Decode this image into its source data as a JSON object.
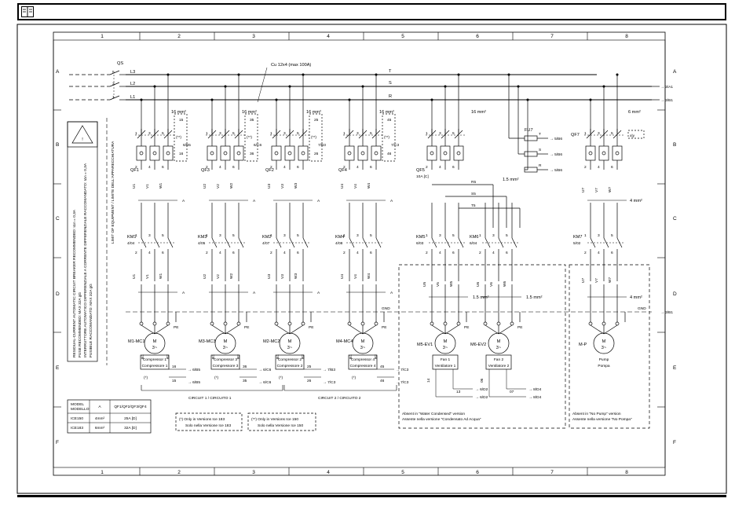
{
  "grid": {
    "cols": [
      "1",
      "2",
      "3",
      "4",
      "5",
      "6",
      "7",
      "8"
    ],
    "rows": [
      "A",
      "B",
      "C",
      "D",
      "E",
      "F"
    ]
  },
  "main_switch": {
    "name": "QS",
    "phases": [
      "L3",
      "L2",
      "L1"
    ],
    "terms_top": [
      "5",
      "3",
      "1"
    ],
    "terms_bot": [
      "6",
      "4",
      "2"
    ]
  },
  "busbar": {
    "note": "Cu 12x4 (max 100A)",
    "phases": [
      "T",
      "S",
      "R"
    ],
    "out_s": "3/A1",
    "out_r": "3/B1"
  },
  "warning": {
    "symbol": "!",
    "lines": [
      "RESIDUAL-CURRENT AUTOMATIC CIRCUIT BREAKER RECOMMENDED: IΔn = 0,3A",
      "FUSE RECOMMENDED: MAX 32A gG",
      "INTERRUTTORE AUTOMATICO DIFFERENZIALE A CORRENTE DIFFERENZIALE RACCOMANDATO: IΔn = 0,3A",
      "FUSIBILE RACCOMANDATO: MAX 32A gG"
    ],
    "side": "LIMIT OF EQUIPMENT / LIMITE DELL'APPARECCHIATURA"
  },
  "breakers": [
    {
      "name": "QF1",
      "wire": "16 mm²",
      "aux": [
        "15",
        "16"
      ],
      "ref": "6/B5"
    },
    {
      "name": "QF3",
      "wire": "16 mm²",
      "aux": [
        "35",
        "36"
      ],
      "ref": "6/C6"
    },
    {
      "name": "QF2",
      "wire": "16 mm²",
      "aux": [
        "25",
        "26"
      ],
      "ref": "7/B3"
    },
    {
      "name": "QF4",
      "wire": "16 mm²",
      "aux": [
        "45",
        "46"
      ],
      "ref": "7/C3"
    },
    {
      "name": "QF5",
      "wire": "16 mm²",
      "rating": "10A [C]"
    },
    {
      "name": "QF7",
      "wire": "6 mm²"
    }
  ],
  "breaker_star": "(**)",
  "fuse": {
    "name": "FU7",
    "outs": [
      "5/B6",
      "5/B6",
      "5/B6"
    ],
    "phases": [
      "T",
      "S",
      "R"
    ]
  },
  "fan_wire": "1.5 mm²",
  "fan_wires": [
    "R5",
    "S5",
    "T5"
  ],
  "contactors": [
    {
      "name": "KM1",
      "ref": "4/04"
    },
    {
      "name": "KM3",
      "ref": "4/05"
    },
    {
      "name": "KM2",
      "ref": "4/07"
    },
    {
      "name": "KM4",
      "ref": "4/08"
    },
    {
      "name": "KM5",
      "ref": "6/03"
    },
    {
      "name": "KM6",
      "ref": "6/04"
    },
    {
      "name": "KM7",
      "ref": "5/02"
    }
  ],
  "phase_labels": [
    "U",
    "V",
    "W"
  ],
  "wire_a": "A",
  "gnd": {
    "label": "GND",
    "ref": "3/B1"
  },
  "motors": [
    {
      "name": "M1-MC1",
      "desc": [
        "Compressor 1",
        "Compressore 1"
      ],
      "aux": [
        "16",
        "15"
      ],
      "ref": [
        "6/B5",
        "6/B5"
      ],
      "star": "(*)"
    },
    {
      "name": "M3-MC3",
      "desc": [
        "Compressor 3",
        "Compressore 3"
      ],
      "aux": [
        "36",
        "35"
      ],
      "ref": [
        "6/C6",
        "6/C6"
      ],
      "star": "(*)"
    },
    {
      "name": "M2-MC2",
      "desc": [
        "Compressor 2",
        "Compressore 2"
      ],
      "aux": [
        "25",
        "26"
      ],
      "ref": [
        "7/B3",
        "7/C3"
      ],
      "star": "(*)"
    },
    {
      "name": "M4-MC4",
      "desc": [
        "Compressor 4",
        "Compressore 4"
      ],
      "aux": [
        "45",
        "46"
      ],
      "ref": [
        "7/C3",
        "7/C3"
      ],
      "star": "(*)"
    },
    {
      "name": "M5-EV1",
      "desc": [
        "Fan 1",
        "Ventilatore 1"
      ],
      "aux": [
        "14",
        "13"
      ],
      "ref": [
        "6/D2",
        "6/D2"
      ]
    },
    {
      "name": "M6-EV2",
      "desc": [
        "Fan 2",
        "Ventilatore 2"
      ],
      "aux": [
        "06",
        "07"
      ],
      "ref": [
        "8/D4",
        "8/D4"
      ]
    },
    {
      "name": "M-P",
      "desc": [
        "Pump",
        "Pompa"
      ]
    }
  ],
  "motor_symbol": {
    "m": "M",
    "phase": "3~"
  },
  "motor_terms": [
    "U1",
    "V1",
    "W1"
  ],
  "circuits": [
    "CIRCUIT 1 / CIRCUITO 1",
    "CIRCUIT 2 / CIRCUITO 2"
  ],
  "absent_condensed": [
    "Absent in \"Water Condensed\" version",
    "Assente nella versione \"Condensato Ad Acqua\""
  ],
  "absent_pump": [
    "Absent in \"No Pump\" version",
    "Assente nella versione \"No Pompa\""
  ],
  "model_table": {
    "headers": [
      "MODEL\nMODELLO",
      "A",
      "QF1/QF2/QF3/QF4"
    ],
    "rows": [
      [
        "ICE150",
        "4mm²",
        "25A [D]"
      ],
      [
        "ICE183",
        "6mm²",
        "32A [D]"
      ]
    ]
  },
  "notes": [
    [
      "(*)  Only in Versions Ice 183",
      "Solo nella Versione Ice 183"
    ],
    [
      "(**)  Only in Versions Ice 150",
      "Solo nella Versione Ice 150"
    ]
  ],
  "pe_sym": "PE"
}
